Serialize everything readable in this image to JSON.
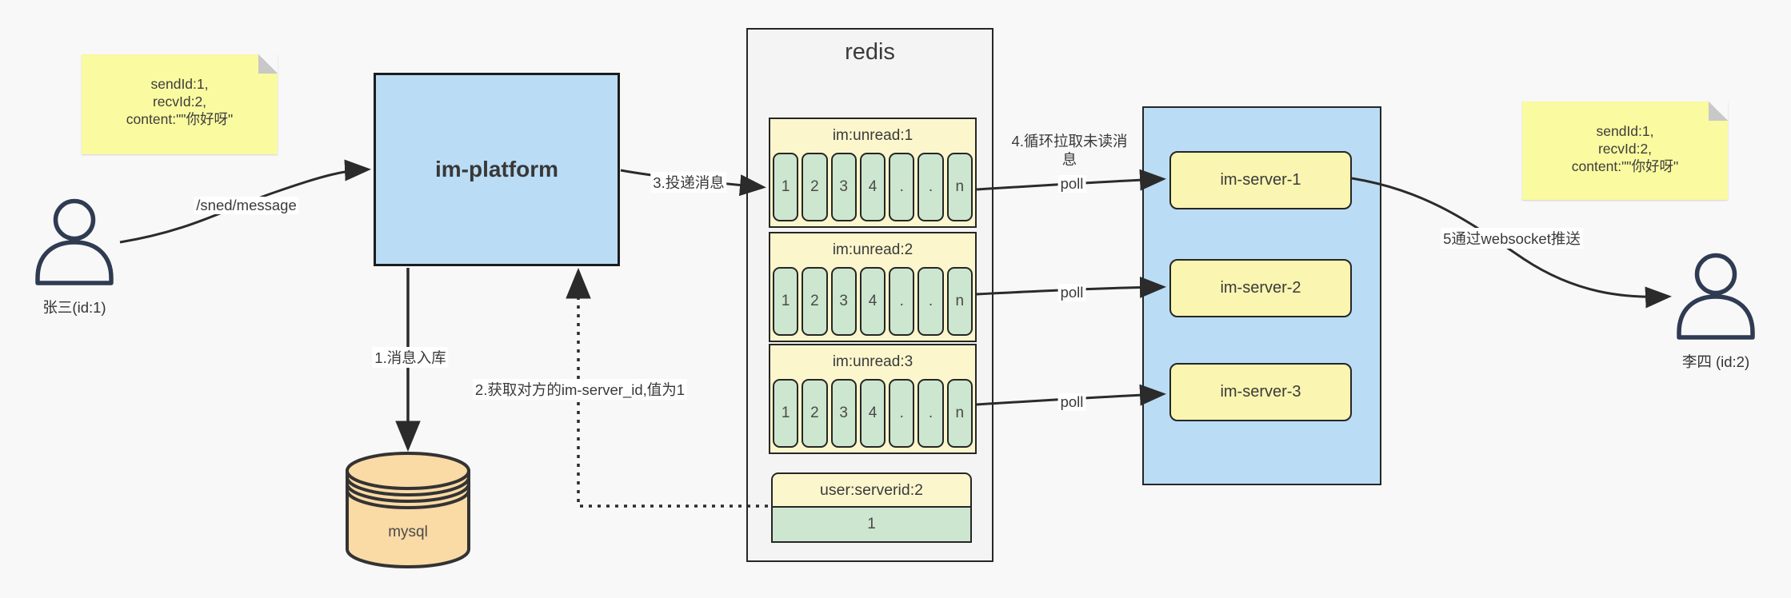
{
  "diagram": {
    "colors": {
      "background": "#f8f8f8",
      "node_blue": "#badcf5",
      "note_yellow": "#fafaa0",
      "header_yellow": "#fcf6cd",
      "server_yellow": "#faf5b0",
      "cell_green": "#cde6cf",
      "mysql_orange": "#fadaa5",
      "line_dark": "#2b2b2b"
    }
  },
  "note_left": {
    "line1": "sendId:1,",
    "line2": "recvId:2,",
    "line3": "content:\"\"你好呀\""
  },
  "note_right": {
    "line1": "sendId:1,",
    "line2": "recvId:2,",
    "line3": "content:\"\"你好呀\""
  },
  "user_left": {
    "label": "张三(id:1)"
  },
  "user_right": {
    "label": "李四 (id:2)"
  },
  "platform": {
    "label": "im-platform"
  },
  "mysql": {
    "label": "mysql"
  },
  "redis": {
    "title": "redis",
    "queues": [
      {
        "header": "im:unread:1",
        "cells": [
          "1",
          "2",
          "3",
          "4",
          ".",
          ".",
          "n"
        ]
      },
      {
        "header": "im:unread:2",
        "cells": [
          "1",
          "2",
          "3",
          "4",
          ".",
          ".",
          "n"
        ]
      },
      {
        "header": "im:unread:3",
        "cells": [
          "1",
          "2",
          "3",
          "4",
          ".",
          ".",
          "n"
        ]
      }
    ],
    "kv": {
      "header": "user:serverid:2",
      "value": "1"
    }
  },
  "servers": {
    "items": [
      {
        "label": "im-server-1"
      },
      {
        "label": "im-server-2"
      },
      {
        "label": "im-server-3"
      }
    ]
  },
  "edges": {
    "send": "/sned/message",
    "store": "1.消息入库",
    "get_server": "2.获取对方的im-server_id,值为1",
    "deliver": "3.投递消息",
    "pull": "4.循环拉取未读消息",
    "poll1": "poll",
    "poll2": "poll",
    "poll3": "poll",
    "push": "5通过websocket推送"
  }
}
